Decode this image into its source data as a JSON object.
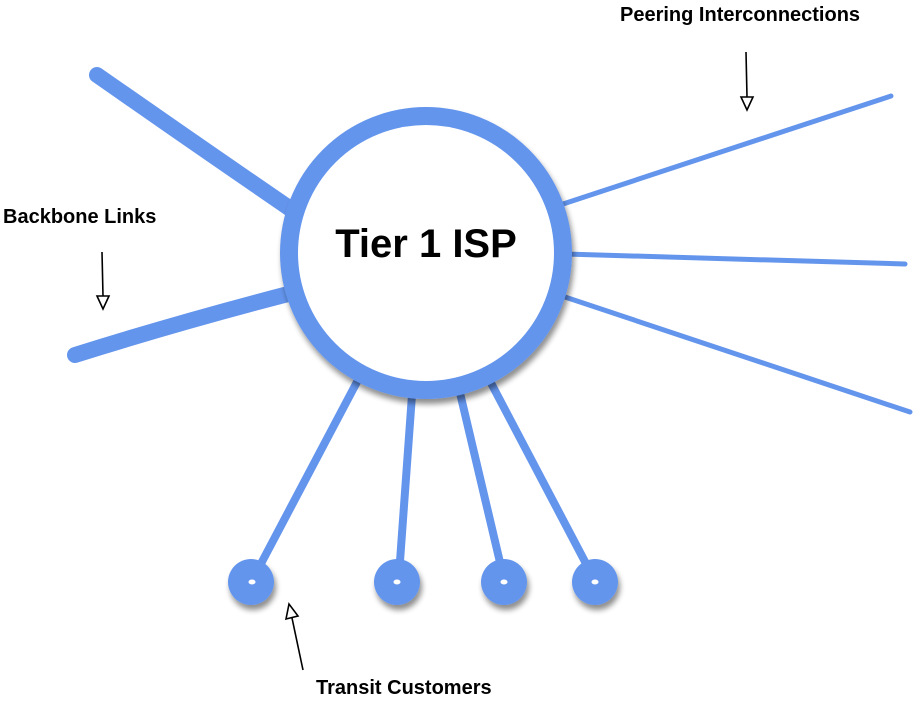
{
  "diagram": {
    "title": "Tier 1 ISP",
    "accent_color": "#6495ED",
    "node_hole_color": "#ffffff",
    "annotation_color": "#000000",
    "center_node": {
      "label": "Tier 1 ISP"
    },
    "labels": {
      "peering": "Peering Interconnections",
      "backbone": "Backbone Links",
      "transit": "Transit Customers"
    },
    "link_groups": [
      {
        "type": "backbone",
        "count": 2,
        "weight": "thick"
      },
      {
        "type": "peering",
        "count": 3,
        "weight": "thin"
      },
      {
        "type": "transit",
        "count": 4,
        "weight": "thin",
        "endpoint": "customer-node"
      }
    ]
  }
}
